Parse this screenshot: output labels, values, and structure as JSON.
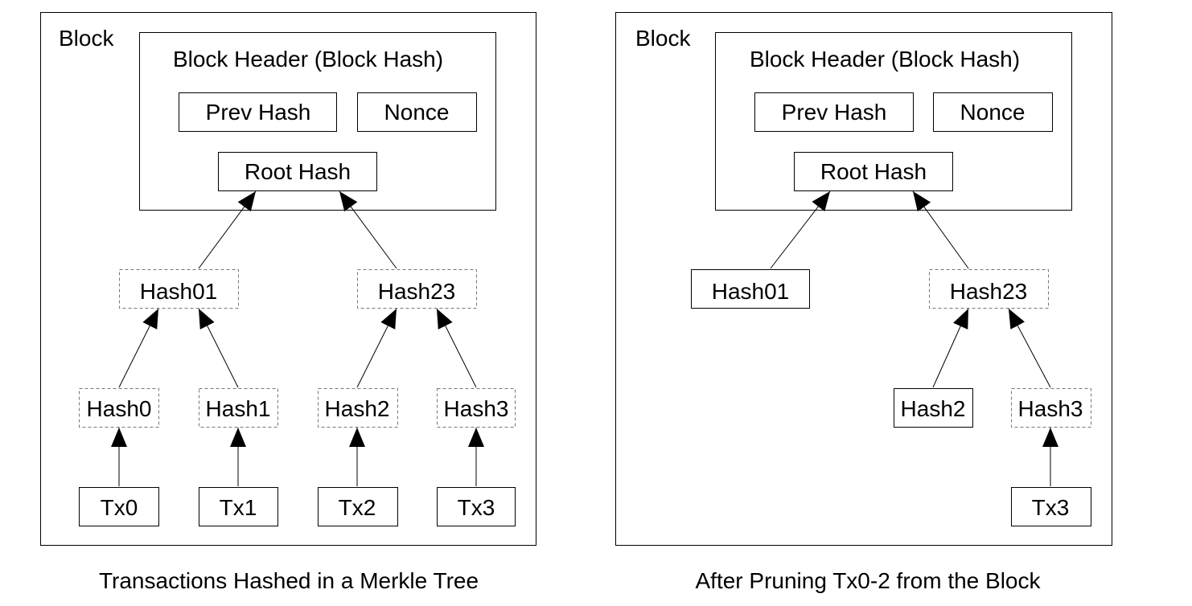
{
  "left_panel": {
    "block_label": "Block",
    "header_label": "Block Header (Block Hash)",
    "prev_hash": "Prev Hash",
    "nonce": "Nonce",
    "root_hash": "Root Hash",
    "hash01": "Hash01",
    "hash23": "Hash23",
    "hash0": "Hash0",
    "hash1": "Hash1",
    "hash2": "Hash2",
    "hash3": "Hash3",
    "tx0": "Tx0",
    "tx1": "Tx1",
    "tx2": "Tx2",
    "tx3": "Tx3",
    "caption": "Transactions Hashed in a Merkle Tree"
  },
  "right_panel": {
    "block_label": "Block",
    "header_label": "Block Header (Block Hash)",
    "prev_hash": "Prev Hash",
    "nonce": "Nonce",
    "root_hash": "Root Hash",
    "hash01": "Hash01",
    "hash23": "Hash23",
    "hash2": "Hash2",
    "hash3": "Hash3",
    "tx3": "Tx3",
    "caption": "After Pruning Tx0-2 from the Block"
  }
}
